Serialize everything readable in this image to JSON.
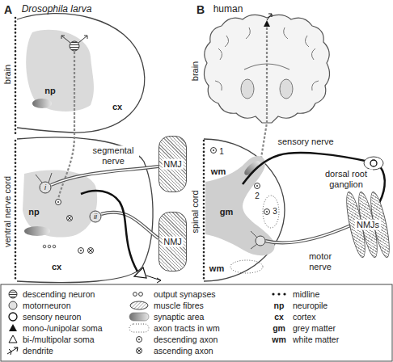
{
  "diagram": {
    "nodes": [
      {
        "text": [
          "NMJ"
        ]
      },
      {
        "text": [
          "NMJ"
        ]
      },
      {
        "text": [
          "NMJs"
        ]
      }
    ],
    "labels": [
      "A",
      "Drosophila larva",
      "brain",
      "np",
      "cx",
      "ventral nerve cord",
      "segmental nerve",
      "i",
      "ii",
      "np",
      "cx",
      "B",
      "human",
      "brain",
      "spinal cord",
      "sensory nerve",
      "dorsal root ganglion",
      "wm",
      "1",
      "2",
      "3",
      "gm",
      "wm",
      "motor nerve",
      "np",
      "cx",
      "gm",
      "wm"
    ],
    "legend": [
      {
        "text": "descending neuron"
      },
      {
        "text": "motorneuron"
      },
      {
        "text": "sensory neuron"
      },
      {
        "text": "mono-/unipolar soma"
      },
      {
        "text": "bi-/multipolar soma"
      },
      {
        "text": "dendrite"
      },
      {
        "text": "output synapses"
      },
      {
        "text": "muscle fibres"
      },
      {
        "text": "synaptic area"
      },
      {
        "text": "axon tracts in wm"
      },
      {
        "text": "descending axon"
      },
      {
        "text": "ascending axon"
      },
      {
        "text": "midline"
      },
      {
        "text": "neuropile"
      },
      {
        "text": "cortex"
      },
      {
        "text": "grey matter"
      },
      {
        "text": "white matter"
      }
    ]
  }
}
